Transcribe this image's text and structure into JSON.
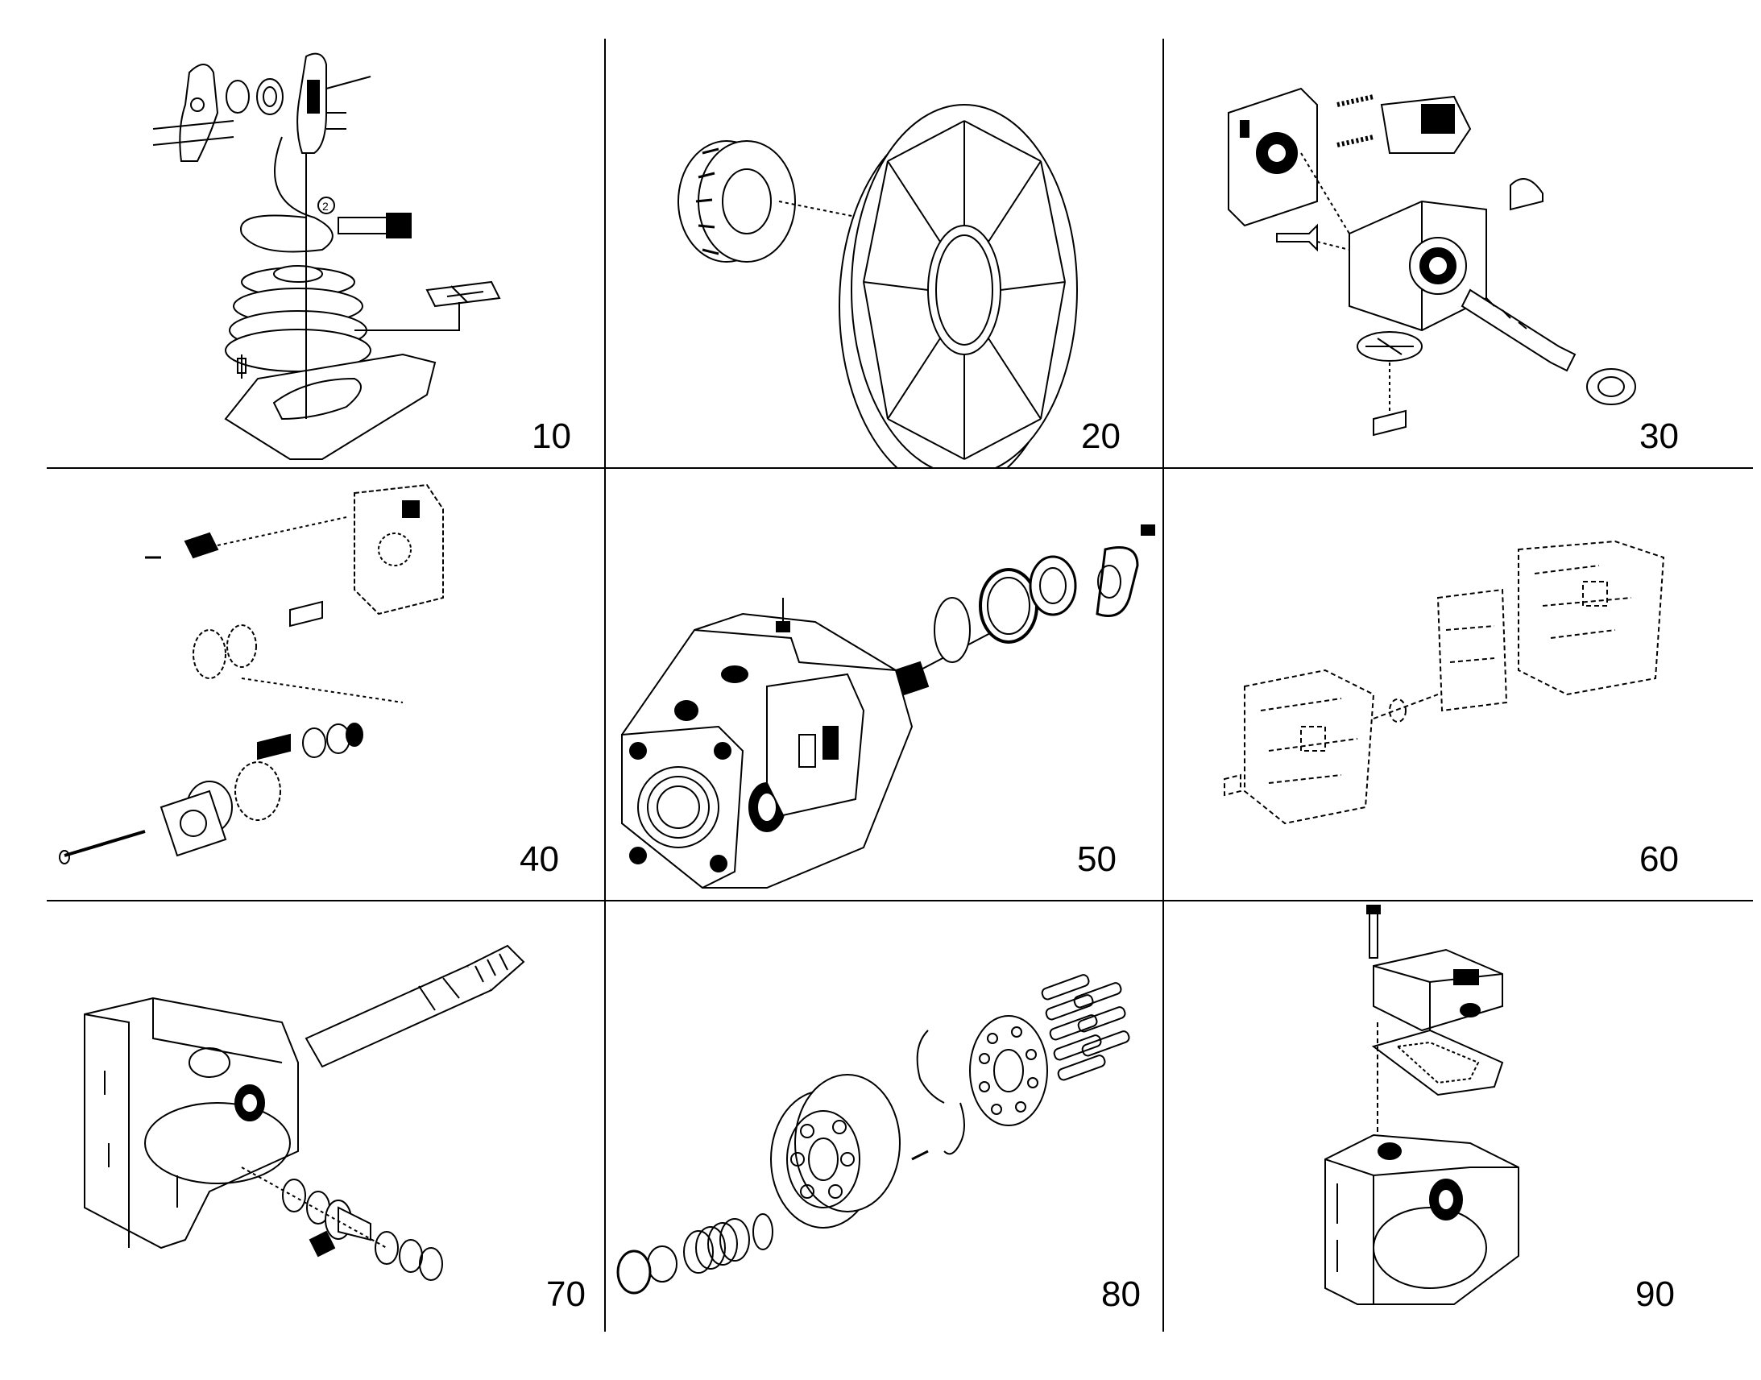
{
  "cells": [
    {
      "number": "10",
      "icon": "joystick-control-lever-icon"
    },
    {
      "number": "20",
      "icon": "flywheel-coupling-disc-icon"
    },
    {
      "number": "30",
      "icon": "control-valve-assembly-icon"
    },
    {
      "number": "40",
      "icon": "valve-block-exploded-icon"
    },
    {
      "number": "50",
      "icon": "hydraulic-pump-assembly-icon"
    },
    {
      "number": "60",
      "icon": "end-cap-assembly-icon"
    },
    {
      "number": "70",
      "icon": "pump-housing-shaft-icon"
    },
    {
      "number": "80",
      "icon": "rotating-group-icon"
    },
    {
      "number": "90",
      "icon": "housing-cover-assembly-icon"
    }
  ]
}
